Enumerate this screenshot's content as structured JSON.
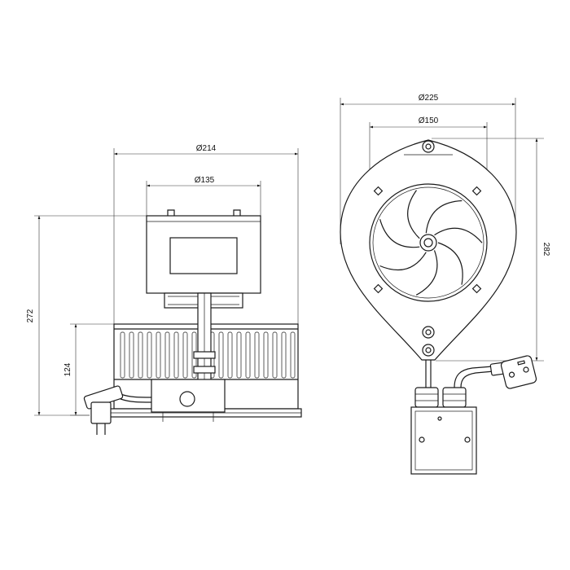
{
  "dimensions": {
    "side_overall_width": "Ø214",
    "side_motor_width": "Ø135",
    "side_total_height": "272",
    "side_lower_height": "124",
    "front_overall_width": "Ø225",
    "front_inlet_diameter": "Ø150",
    "front_total_height": "282"
  },
  "colors": {
    "line": "#1a1a1a",
    "background": "#ffffff"
  }
}
